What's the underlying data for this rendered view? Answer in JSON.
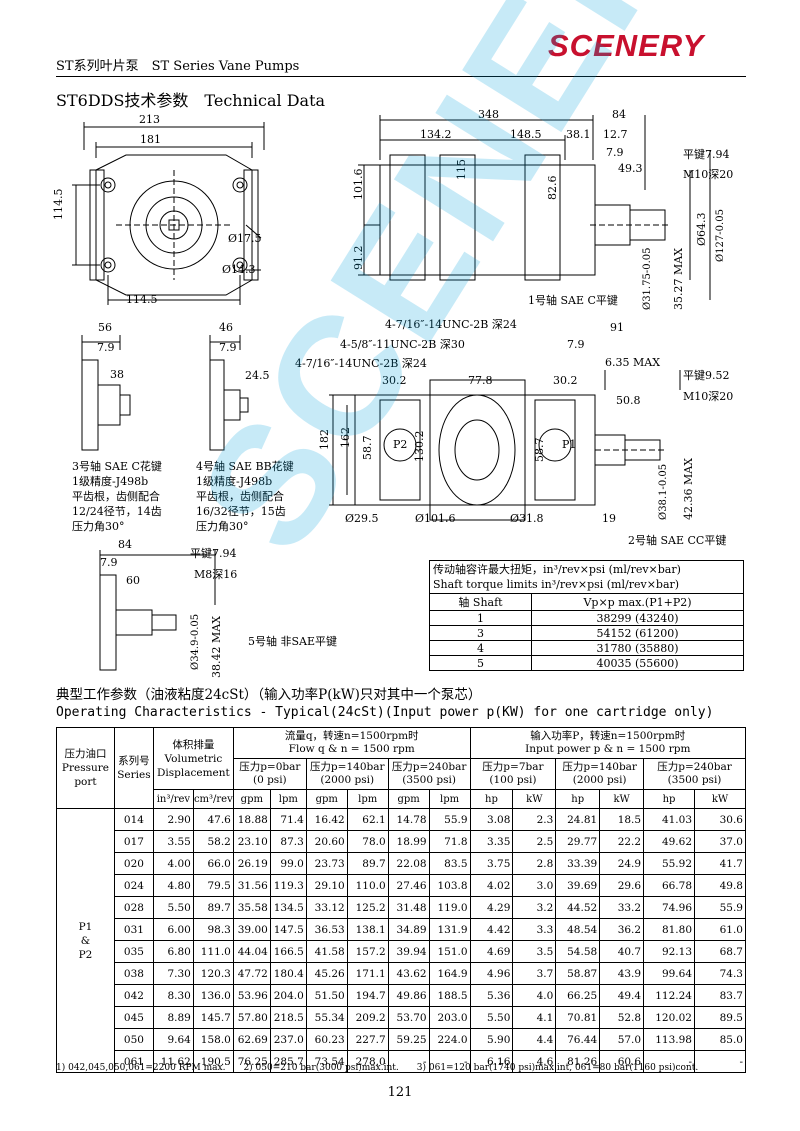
{
  "header": {
    "series": "ST系列叶片泵　ST Series Vane Pumps",
    "logo": "SCENERY"
  },
  "section_title": "ST6DDS技术参数　Technical Data",
  "watermark": "SCENERY",
  "front_view": {
    "dims": [
      "213",
      "181",
      "114.5",
      "114.5",
      "Ø17.5",
      "Ø14.3"
    ]
  },
  "side_view": {
    "dims": [
      "348",
      "84",
      "134.2",
      "148.5",
      "38.1",
      "12.7",
      "7.9",
      "49.3",
      "101.6",
      "115",
      "82.6",
      "91.2",
      "Ø64.3",
      "Ø127-0.05",
      "Ø31.75-0.05",
      "35.27 MAX"
    ],
    "key": "平键7.94",
    "thread": "M10深20",
    "caption": "1号轴 SAE C平键"
  },
  "shaft3": {
    "dims": [
      "56",
      "7.9",
      "38"
    ],
    "caption": [
      "3号轴 SAE C花键",
      "1级精度-J498b",
      "平齿根，齿侧配合",
      "12/24径节，14齿",
      "压力角30°"
    ]
  },
  "shaft4": {
    "dims": [
      "46",
      "7.9",
      "24.5"
    ],
    "caption": [
      "4号轴 SAE BB花键",
      "1级精度-J498b",
      "平齿根，齿侧配合",
      "16/32径节，15齿",
      "压力角30°"
    ]
  },
  "top_view": {
    "threads": [
      "4-7/16″-14UNC-2B 深24",
      "4-5/8″-11UNC-2B 深30",
      "4-7/16″-14UNC-2B 深24"
    ],
    "dims": [
      "30.2",
      "77.8",
      "30.2",
      "91",
      "7.9",
      "6.35 MAX",
      "50.8",
      "182",
      "162",
      "58.7",
      "130.2",
      "58.7",
      "Ø29.5",
      "Ø101.6",
      "Ø31.8",
      "19",
      "Ø38.1-0.05",
      "42.36 MAX"
    ],
    "port_p2": "P2",
    "port_p1": "P1",
    "key": "平键9.52",
    "thread": "M10深20",
    "caption": "2号轴 SAE CC平键"
  },
  "shaft5": {
    "dims": [
      "84",
      "7.9",
      "60",
      "Ø34.9-0.05",
      "38.42 MAX"
    ],
    "key": "平键7.94",
    "thread": "M8深16",
    "caption": "5号轴 非SAE平键"
  },
  "torque": {
    "title_cn": "传动轴容许最大扭矩，in³/rev×psi (ml/rev×bar)",
    "title_en": "Shaft torque limits in³/rev×psi (ml/rev×bar)",
    "col1": "轴 Shaft",
    "col2": "Vp×p max.(P1+P2)",
    "rows": [
      [
        "1",
        "38299 (43240)"
      ],
      [
        "3",
        "54152 (61200)"
      ],
      [
        "4",
        "31780 (35880)"
      ],
      [
        "5",
        "40035 (55600)"
      ]
    ]
  },
  "ops_title_cn": "典型工作参数（油液粘度24cSt）（输入功率P(kW)只对其中一个泵芯）",
  "ops_title_en": "Operating Characteristics - Typical(24cSt)(Input power p(KW) for one cartridge only)",
  "ops": {
    "h_port": "压力油口\nPressure\nport",
    "h_series": "系列号\nSeries",
    "h_disp": "体积排量\nVolumetric\nDisplacement",
    "h_flow": "流量q，转速n=1500rpm时\nFlow q & n = 1500 rpm",
    "h_power": "输入功率P，转速n=1500rpm时\nInput power p & n = 1500 rpm",
    "h_flow_sub": [
      "压力p=0bar\n(0 psi)",
      "压力p=140bar\n(2000 psi)",
      "压力p=240bar\n(3500 psi)"
    ],
    "h_power_sub": [
      "压力p=7bar\n(100 psi)",
      "压力p=140bar\n(2000 psi)",
      "压力p=240bar\n(3500 psi)"
    ],
    "units": [
      "in³/rev",
      "cm³/rev",
      "gpm",
      "lpm",
      "gpm",
      "lpm",
      "gpm",
      "lpm",
      "hp",
      "kW",
      "hp",
      "kW",
      "hp",
      "kW"
    ],
    "port_label": "P1\n&\nP2",
    "rows": [
      [
        "014",
        "2.90",
        "47.6",
        "18.88",
        "71.4",
        "16.42",
        "62.1",
        "14.78",
        "55.9",
        "3.08",
        "2.3",
        "24.81",
        "18.5",
        "41.03",
        "30.6"
      ],
      [
        "017",
        "3.55",
        "58.2",
        "23.10",
        "87.3",
        "20.60",
        "78.0",
        "18.99",
        "71.8",
        "3.35",
        "2.5",
        "29.77",
        "22.2",
        "49.62",
        "37.0"
      ],
      [
        "020",
        "4.00",
        "66.0",
        "26.19",
        "99.0",
        "23.73",
        "89.7",
        "22.08",
        "83.5",
        "3.75",
        "2.8",
        "33.39",
        "24.9",
        "55.92",
        "41.7"
      ],
      [
        "024",
        "4.80",
        "79.5",
        "31.56",
        "119.3",
        "29.10",
        "110.0",
        "27.46",
        "103.8",
        "4.02",
        "3.0",
        "39.69",
        "29.6",
        "66.78",
        "49.8"
      ],
      [
        "028",
        "5.50",
        "89.7",
        "35.58",
        "134.5",
        "33.12",
        "125.2",
        "31.48",
        "119.0",
        "4.29",
        "3.2",
        "44.52",
        "33.2",
        "74.96",
        "55.9"
      ],
      [
        "031",
        "6.00",
        "98.3",
        "39.00",
        "147.5",
        "36.53",
        "138.1",
        "34.89",
        "131.9",
        "4.42",
        "3.3",
        "48.54",
        "36.2",
        "81.80",
        "61.0"
      ],
      [
        "035",
        "6.80",
        "111.0",
        "44.04",
        "166.5",
        "41.58",
        "157.2",
        "39.94",
        "151.0",
        "4.69",
        "3.5",
        "54.58",
        "40.7",
        "92.13",
        "68.7"
      ],
      [
        "038",
        "7.30",
        "120.3",
        "47.72",
        "180.4",
        "45.26",
        "171.1",
        "43.62",
        "164.9",
        "4.96",
        "3.7",
        "58.87",
        "43.9",
        "99.64",
        "74.3"
      ],
      [
        "042",
        "8.30",
        "136.0",
        "53.96",
        "204.0",
        "51.50",
        "194.7",
        "49.86",
        "188.5",
        "5.36",
        "4.0",
        "66.25",
        "49.4",
        "112.24",
        "83.7"
      ],
      [
        "045",
        "8.89",
        "145.7",
        "57.80",
        "218.5",
        "55.34",
        "209.2",
        "53.70",
        "203.0",
        "5.50",
        "4.1",
        "70.81",
        "52.8",
        "120.02",
        "89.5"
      ],
      [
        "050",
        "9.64",
        "158.0",
        "62.69",
        "237.0",
        "60.23",
        "227.7",
        "59.25",
        "224.0",
        "5.90",
        "4.4",
        "76.44",
        "57.0",
        "113.98",
        "85.0"
      ],
      [
        "061",
        "11.62",
        "190.5",
        "76.25",
        "285.7",
        "73.54",
        "278.0",
        "-",
        "-",
        "6.16",
        "4.6",
        "81.26",
        "60.6",
        "-",
        "-"
      ]
    ]
  },
  "footnote": "1) 042,045,050,061=2200 RPM max.　　2) 050=210 bar(3000 psi)max.int.　　3) 061=120 bar(1740 psi)max.int, 061=80 bar(1160 psi)cont.",
  "page_number": "121"
}
